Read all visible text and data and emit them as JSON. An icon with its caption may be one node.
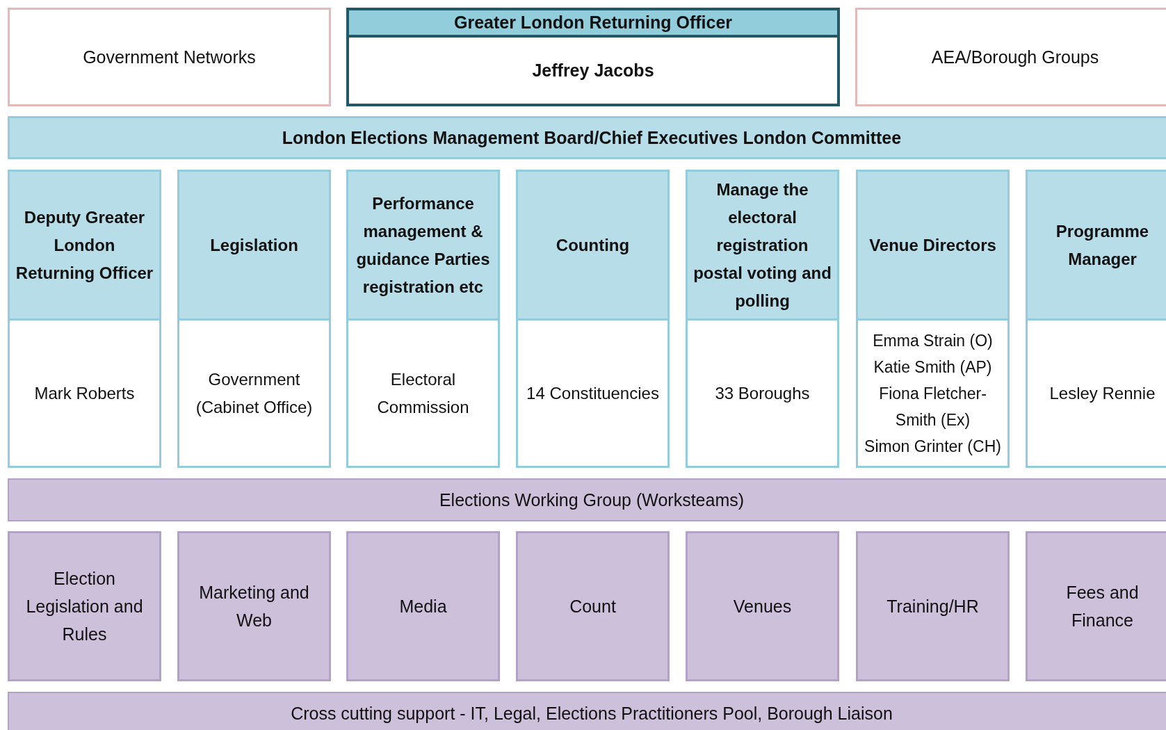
{
  "diagram": {
    "nodes": [
      {
        "text": [
          "Government Networks"
        ]
      },
      {
        "text": [
          "Greater London Returning Officer",
          "Jeffrey Jacobs"
        ]
      },
      {
        "text": [
          "AEA/Borough Groups"
        ]
      },
      {
        "text": [
          "London Elections Management Board/Chief Executives London Committee"
        ]
      },
      {
        "text": [
          "Deputy Greater London Returning Officer",
          "Mark Roberts"
        ]
      },
      {
        "text": [
          "Legislation",
          "Government (Cabinet Office)"
        ]
      },
      {
        "text": [
          "Performance management & guidance Parties registration etc",
          "Electoral Commission"
        ]
      },
      {
        "text": [
          "Counting",
          "14 Constituencies"
        ]
      },
      {
        "text": [
          "Manage the electoral registration postal voting and polling",
          "33 Boroughs"
        ]
      },
      {
        "text": [
          "Venue Directors",
          "Emma Strain (O)",
          "Katie Smith (AP)",
          "Fiona Fletcher-Smith (Ex)",
          "Simon Grinter (CH)"
        ]
      },
      {
        "text": [
          "Programme Manager",
          "Lesley Rennie"
        ]
      },
      {
        "text": [
          "Elections Working Group (Worksteams)"
        ]
      },
      {
        "text": [
          "Election Legislation and Rules"
        ]
      },
      {
        "text": [
          "Marketing and Web"
        ]
      },
      {
        "text": [
          "Media"
        ]
      },
      {
        "text": [
          "Count"
        ]
      },
      {
        "text": [
          "Venues"
        ]
      },
      {
        "text": [
          "Training/HR"
        ]
      },
      {
        "text": [
          "Fees and Finance"
        ]
      },
      {
        "text": [
          "Cross cutting support - IT, Legal, Elections Practitioners Pool, Borough Liaison"
        ]
      }
    ]
  }
}
